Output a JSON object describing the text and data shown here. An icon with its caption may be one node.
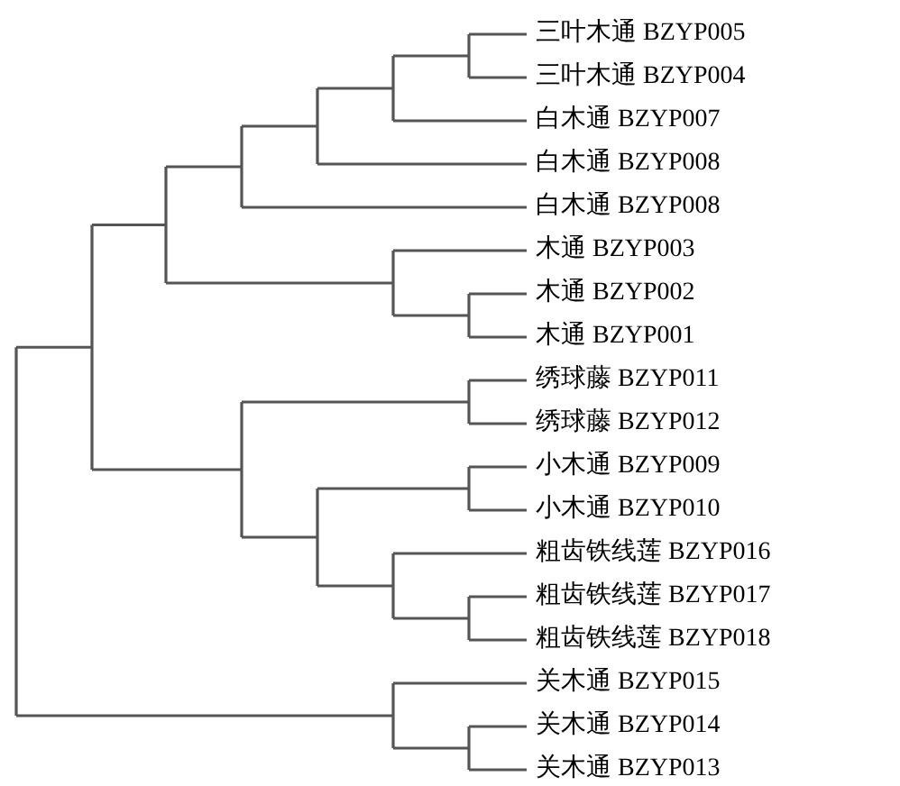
{
  "diagram": {
    "labels": [
      "三叶木通 BZYP005",
      "三叶木通 BZYP004",
      "白木通 BZYP007",
      "白木通 BZYP008",
      "白木通 BZYP008",
      "木通 BZYP003",
      "木通 BZYP002",
      "木通 BZYP001",
      "绣球藤 BZYP011",
      "绣球藤 BZYP012",
      "小木通 BZYP009",
      "小木通 BZYP010",
      "粗齿铁线莲 BZYP016",
      "粗齿铁线莲 BZYP017",
      "粗齿铁线莲 BZYP018",
      "关木通 BZYP015",
      "关木通 BZYP014",
      "关木通 BZYP013"
    ]
  }
}
